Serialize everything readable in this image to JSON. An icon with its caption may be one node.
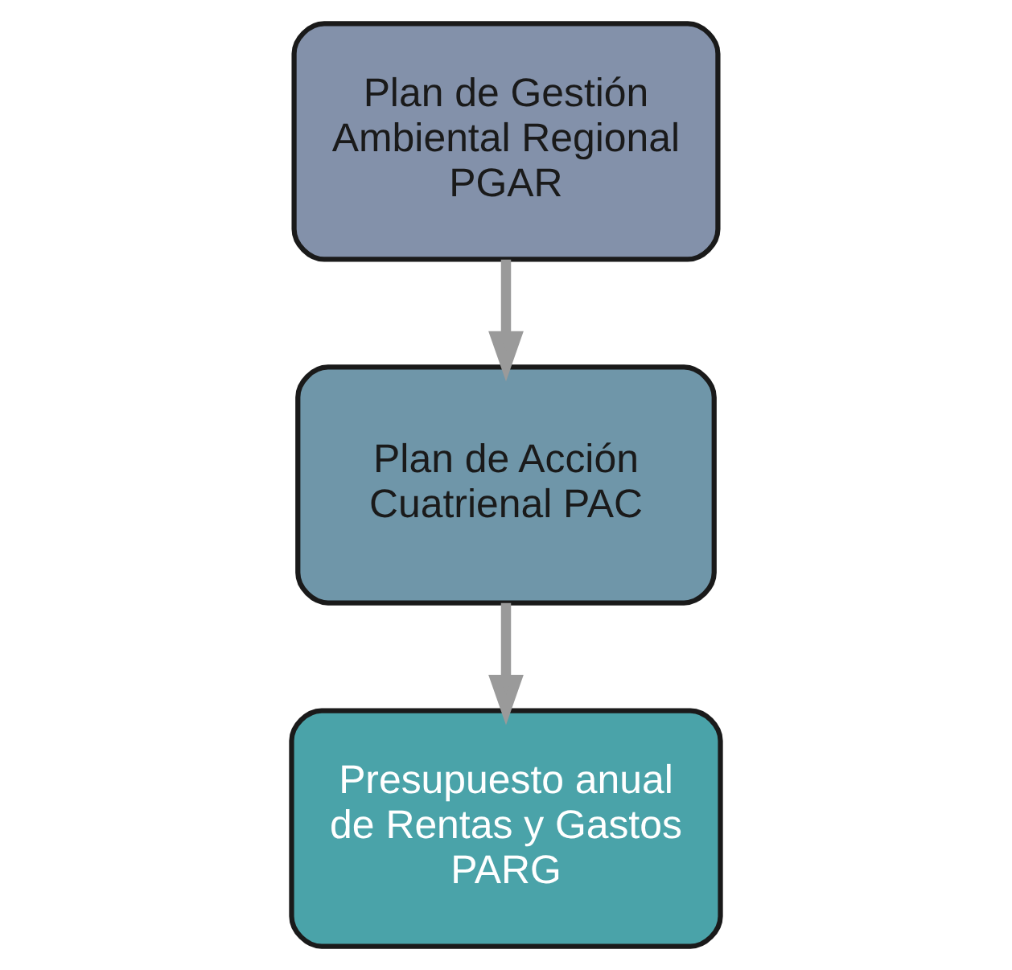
{
  "diagram": {
    "nodes": [
      {
        "text": [
          "Plan de Gestión Ambiental Regional PGAR"
        ]
      },
      {
        "text": [
          "Plan de Acción Cuatrienal PAC"
        ]
      },
      {
        "text": [
          "Presupuesto anual de Rentas y Gastos PARG"
        ]
      }
    ],
    "edges": [
      {
        "from": 0,
        "to": 1,
        "arrow": "to"
      },
      {
        "from": 1,
        "to": 2,
        "arrow": "to"
      }
    ]
  }
}
